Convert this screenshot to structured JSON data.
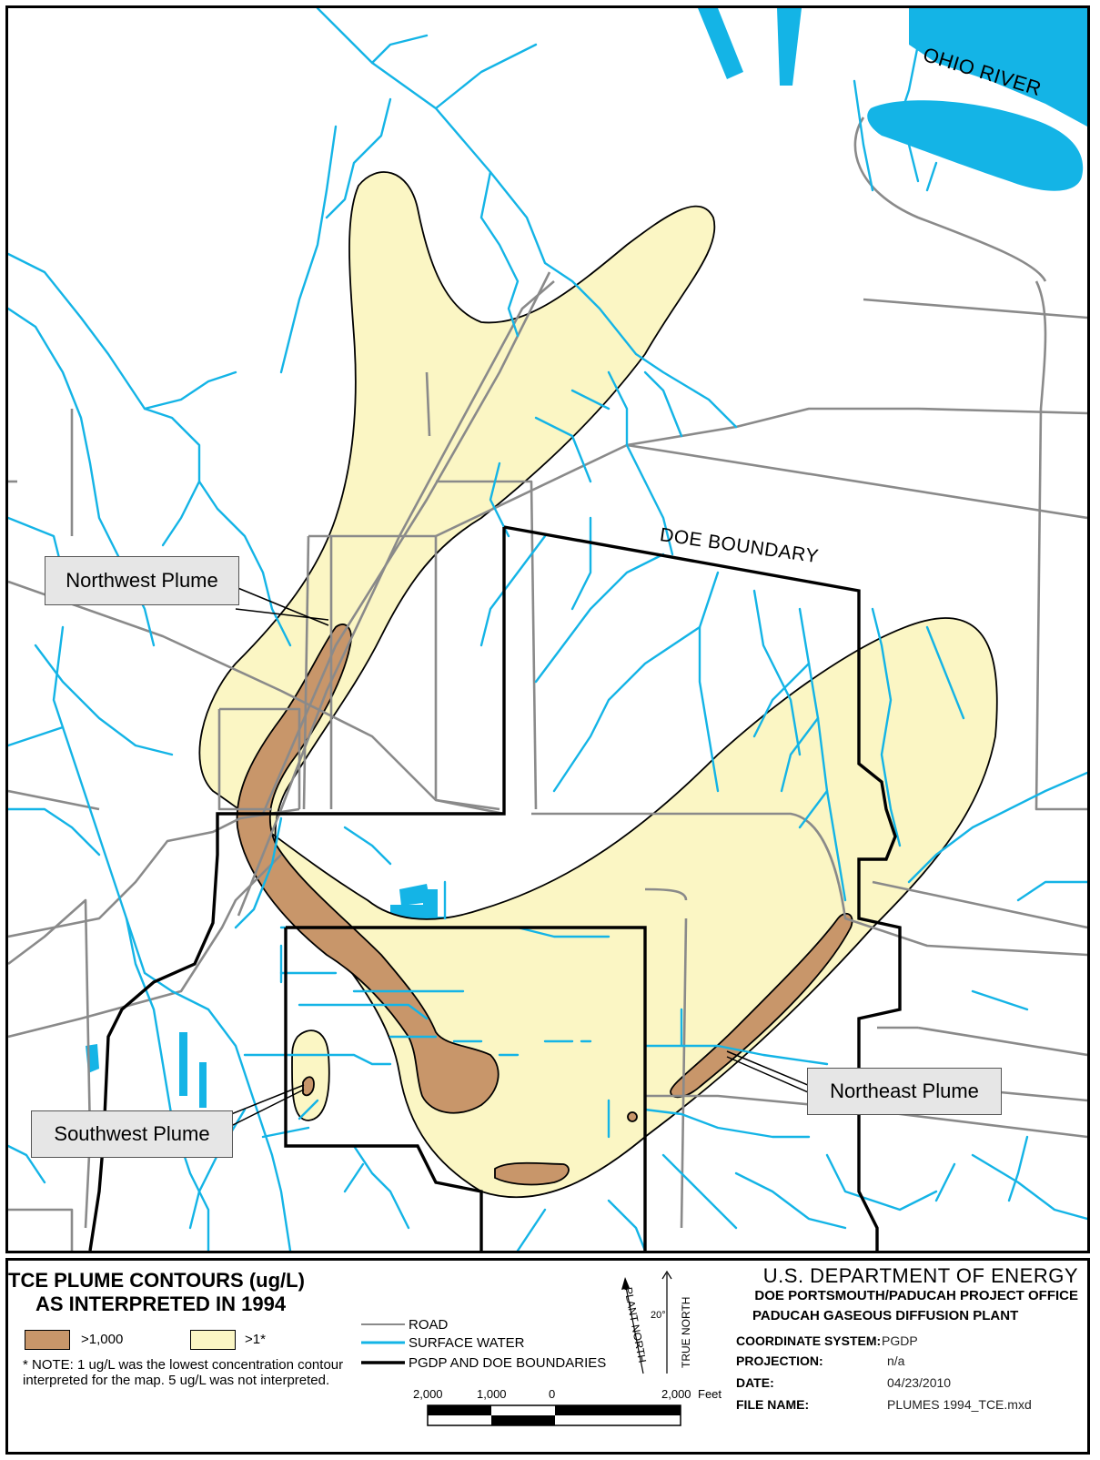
{
  "map": {
    "labels": {
      "ohio_river": "OHIO RIVER",
      "doe_boundary": "DOE BOUNDARY"
    },
    "callouts": {
      "northwest": "Northwest Plume",
      "southwest": "Southwest Plume",
      "northeast": "Northeast Plume"
    },
    "colors": {
      "plume_high": "#c8966a",
      "plume_low": "#fbf6c4",
      "water": "#14b4e6",
      "road": "#8a8a8a",
      "boundary": "#000000"
    }
  },
  "legend": {
    "title_line1": "TCE PLUME CONTOURS (ug/L)",
    "title_line2": "AS INTERPRETED IN 1994",
    "high_label": ">1,000",
    "low_label": ">1*",
    "note": "* NOTE: 1 ug/L was the lowest concentration contour interpreted for the map.  5 ug/L was not interpreted.",
    "road": "ROAD",
    "surface_water": "SURFACE WATER",
    "boundaries": "PGDP AND DOE BOUNDARIES",
    "scale": {
      "ticks": [
        "2,000",
        "1,000",
        "0",
        "2,000"
      ],
      "unit": "Feet"
    }
  },
  "north_arrow": {
    "plant_north": "PLANT NORTH",
    "true_north": "TRUE NORTH",
    "angle": "20°"
  },
  "info": {
    "agency": "U.S. DEPARTMENT OF ENERGY",
    "office": "DOE PORTSMOUTH/PADUCAH PROJECT OFFICE",
    "plant": "PADUCAH GASEOUS DIFFUSION PLANT",
    "coordinate_system_label": "COORDINATE SYSTEM:",
    "coordinate_system_value": "PGDP",
    "projection_label": "PROJECTION:",
    "projection_value": "n/a",
    "date_label": "DATE:",
    "date_value": "04/23/2010",
    "file_name_label": "FILE NAME:",
    "file_name_value": "PLUMES 1994_TCE.mxd"
  }
}
